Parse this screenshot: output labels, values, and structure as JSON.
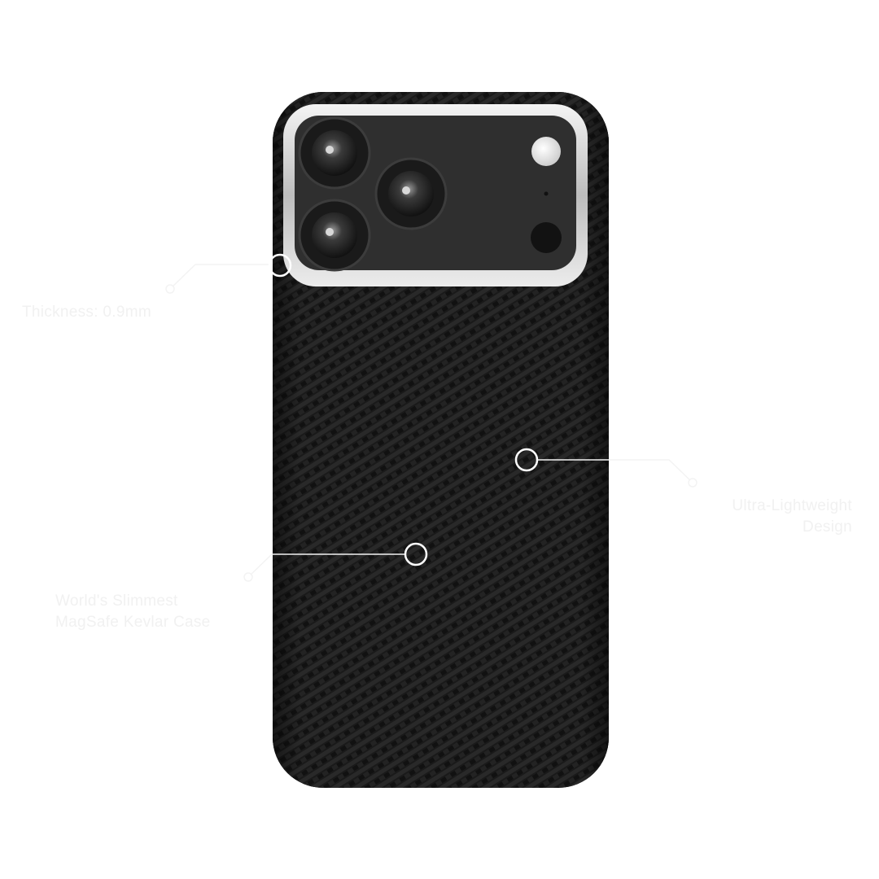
{
  "product": {
    "name": "MagSafe Kevlar Case",
    "case_color": "#161616",
    "frame_color": "#d9d9d9",
    "camera_plate_color": "#2e2e2e"
  },
  "callouts": {
    "thickness": {
      "lines": [
        "Thickness: 0.9mm"
      ]
    },
    "lightweight": {
      "lines": [
        "Ultra-Lightweight",
        "Design"
      ]
    },
    "slimmest": {
      "lines": [
        "World's Slimmest",
        "MagSafe Kevlar Case"
      ]
    }
  },
  "colors": {
    "label_text": "#f1f1f1",
    "leader_line": "#f3f3f3",
    "marker_ring": "#ffffff"
  }
}
